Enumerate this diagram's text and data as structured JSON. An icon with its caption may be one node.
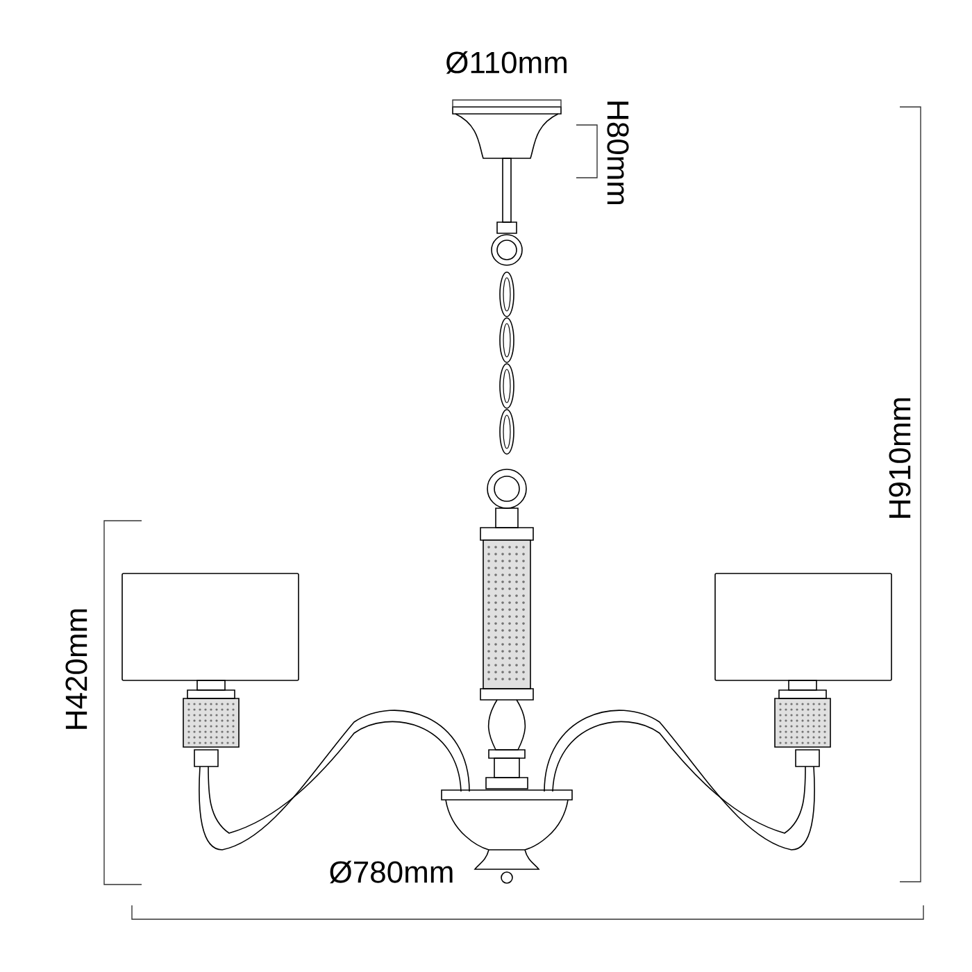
{
  "diagram": {
    "labels": [
      "Ø110mm",
      "H80mm",
      "H910mm",
      "H420mm",
      "Ø780mm"
    ]
  }
}
